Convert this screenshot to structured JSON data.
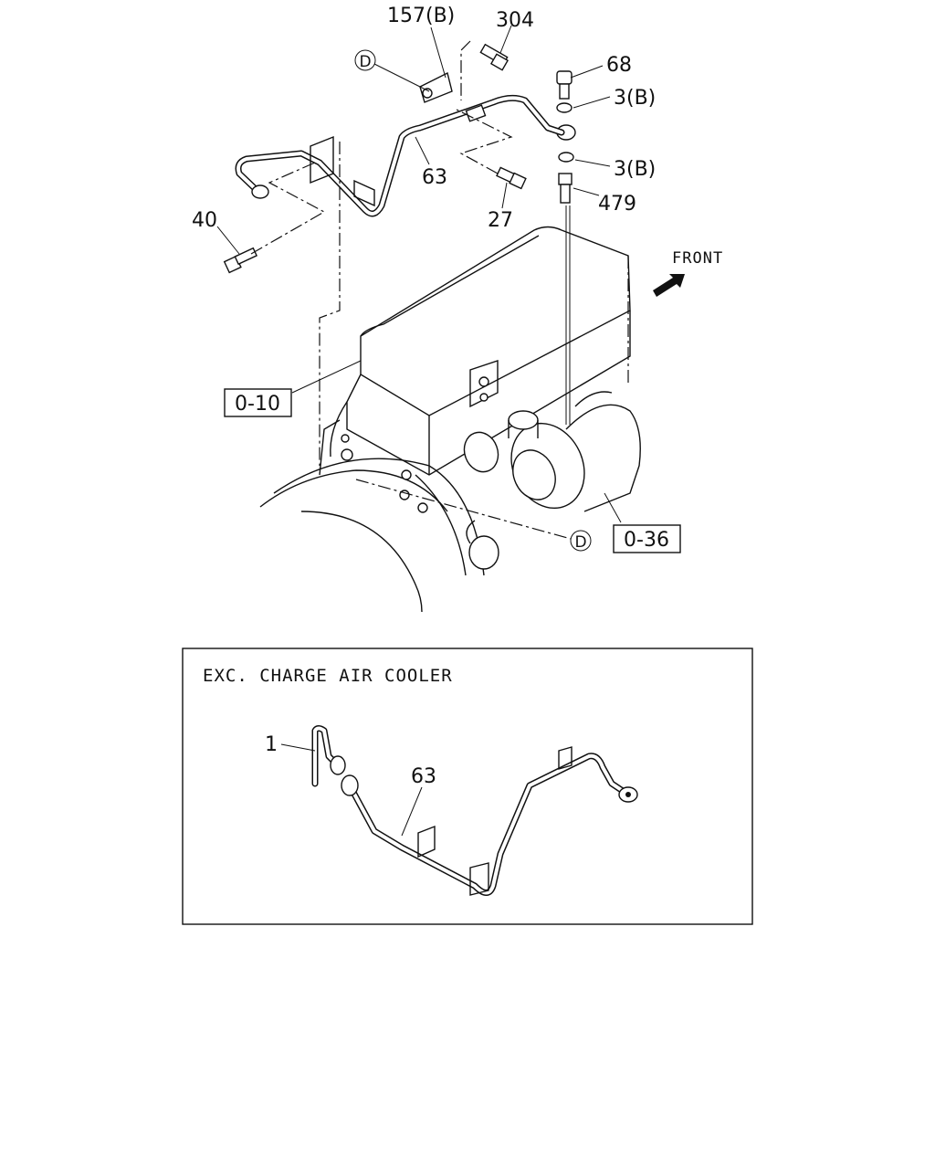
{
  "main_diagram": {
    "labels": {
      "p157b": "157(B)",
      "p304": "304",
      "p68": "68",
      "p3b_upper": "3(B)",
      "p3b_lower": "3(B)",
      "p479": "479",
      "p63": "63",
      "p27": "27",
      "p40": "40"
    },
    "markers": {
      "d_top": "D",
      "d_bottom": "D"
    },
    "refs": {
      "ref_010": "0-10",
      "ref_036": "0-36"
    },
    "front_label": "FRONT"
  },
  "inset": {
    "caption": "EXC. CHARGE AIR COOLER",
    "labels": {
      "p1": "1",
      "p63": "63"
    }
  }
}
